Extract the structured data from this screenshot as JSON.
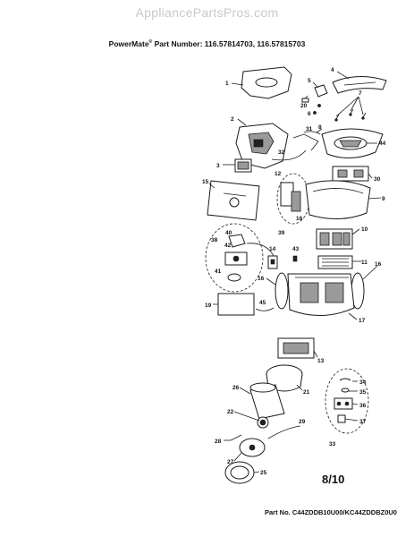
{
  "watermark": "AppliancePartsPros.com",
  "header": {
    "brand": "PowerMate",
    "brand_mark": "®",
    "part_number_text": " Part Number:  116.57814703, 116.57815703"
  },
  "footer": {
    "page": "8/10",
    "part_no": "Part No. C44ZDDB10U00/KC44ZDDBZ0U0"
  },
  "callouts": [
    "1",
    "2",
    "3",
    "4",
    "5",
    "6",
    "7",
    "8",
    "9",
    "10",
    "11",
    "12",
    "13",
    "14",
    "15",
    "16",
    "17",
    "19",
    "20",
    "21",
    "22",
    "25",
    "26",
    "27",
    "28",
    "29",
    "30",
    "31",
    "32",
    "33",
    "34",
    "35",
    "36",
    "37",
    "38",
    "39",
    "40",
    "41",
    "42",
    "43",
    "44",
    "45"
  ],
  "colors": {
    "line": "#1a1a1a",
    "watermark": "#c9c9c9",
    "background": "#ffffff"
  }
}
